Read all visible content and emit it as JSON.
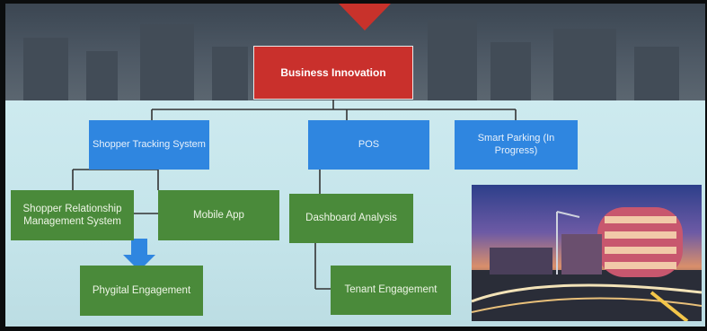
{
  "diagram": {
    "root": "Business Innovation",
    "branches": [
      {
        "label": "Shopper Tracking System"
      },
      {
        "label": "POS"
      },
      {
        "label": "Smart Parking (In Progress)"
      }
    ],
    "subnodes": {
      "shopper_relationship": "Shopper Relationship Management System",
      "mobile_app": "Mobile App",
      "phygital": "Phygital Engagement",
      "dashboard": "Dashboard Analysis",
      "tenant": "Tenant Engagement"
    }
  },
  "colors": {
    "root_fill": "#c9302c",
    "branch_fill": "#2f86e0",
    "sub_fill": "#4a8a3a",
    "arrow_fill": "#2f86e0"
  },
  "photo": {
    "icon": "mall-night-photo"
  }
}
